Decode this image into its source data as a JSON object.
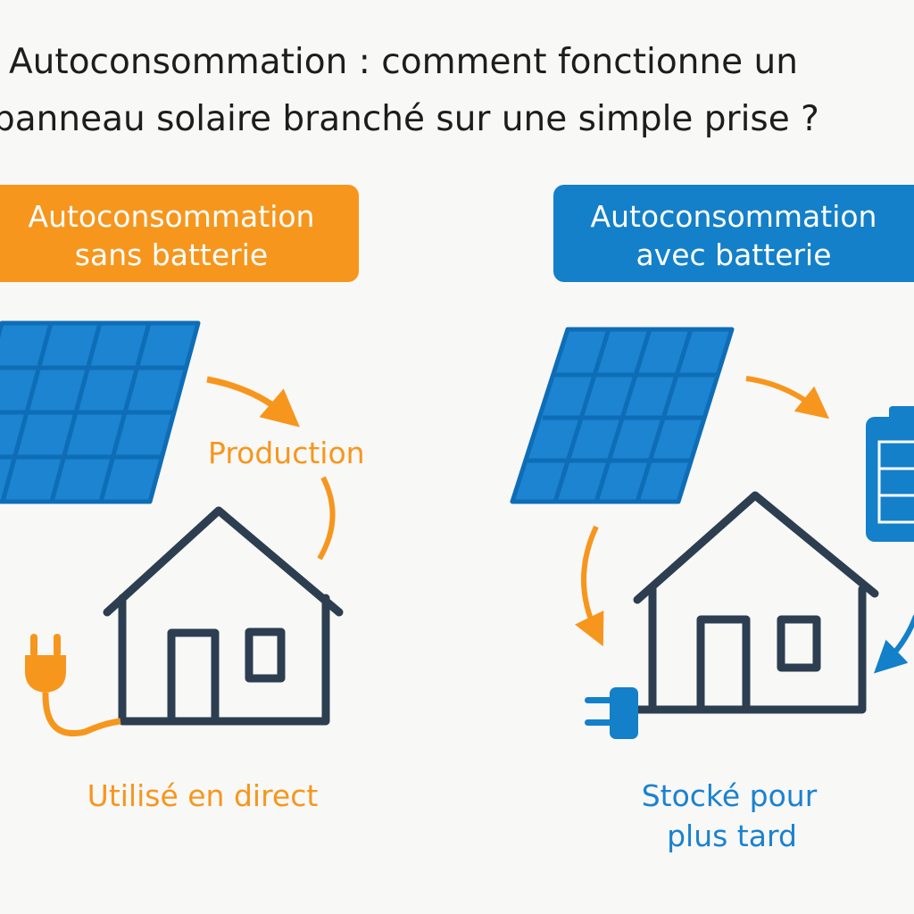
{
  "title": {
    "line1": "Autoconsommation : comment fonctionne un",
    "line2": "panneau solaire branché sur une simple prise ?"
  },
  "left": {
    "header_line1": "Autoconsommation",
    "header_line2": "sans batterie",
    "production_label": "Production",
    "caption": "Utilisé en direct"
  },
  "right": {
    "header_line1": "Autoconsommation",
    "header_line2": "avec batterie",
    "caption_line1": "Stocké pour",
    "caption_line2": "plus tard"
  },
  "colors": {
    "orange": "#F7961D",
    "blue": "#1380C9",
    "house": "#2C3E50",
    "background": "#F8F8F7"
  }
}
